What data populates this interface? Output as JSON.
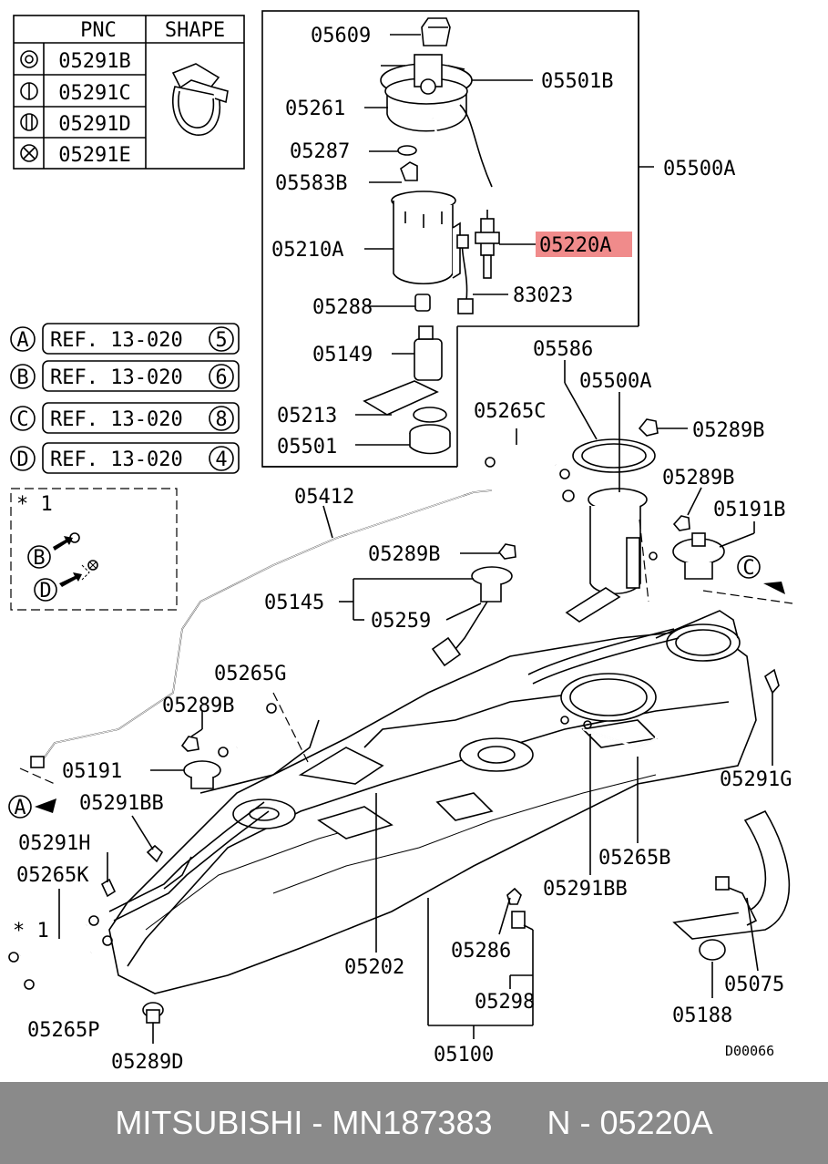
{
  "table": {
    "headers": [
      "PNC",
      "SHAPE"
    ],
    "rows": [
      "05291B",
      "05291C",
      "05291D",
      "05291E"
    ]
  },
  "refs": [
    {
      "letter": "A",
      "text": "REF. 13-020",
      "num": "5"
    },
    {
      "letter": "B",
      "text": "REF. 13-020",
      "num": "6"
    },
    {
      "letter": "C",
      "text": "REF. 13-020",
      "num": "8"
    },
    {
      "letter": "D",
      "text": "REF. 13-020",
      "num": "4"
    }
  ],
  "star": "* 1",
  "star2": "* 1",
  "callouts": {
    "A": "A",
    "B": "B",
    "C": "C",
    "D": "D"
  },
  "labels": {
    "p05609": "05609",
    "p05501B": "05501B",
    "p05261": "05261",
    "p05287": "05287",
    "p05583B": "05583B",
    "p05500A_right": "05500A",
    "p05210A": "05210A",
    "p05220A": "05220A",
    "p83023": "83023",
    "p05288": "05288",
    "p05149": "05149",
    "p05213": "05213",
    "p05501": "05501",
    "p05586": "05586",
    "p05500A_mid": "05500A",
    "p05265C": "05265C",
    "p05289B_a": "05289B",
    "p05289B_b": "05289B",
    "p05191B": "05191B",
    "p05412": "05412",
    "p05289B_c": "05289B",
    "p05145": "05145",
    "p05259": "05259",
    "p05265G": "05265G",
    "p05289B_d": "05289B",
    "p05191": "05191",
    "p05291BB_left": "05291BB",
    "p05291G": "05291G",
    "p05291H": "05291H",
    "p05265K": "05265K",
    "p05265B": "05265B",
    "p05291BB_right": "05291BB",
    "p05202": "05202",
    "p05286": "05286",
    "p05298": "05298",
    "p05265P": "05265P",
    "p05289D": "05289D",
    "p05100": "05100",
    "p05188": "05188",
    "p05075": "05075",
    "diagram_code": "D00066"
  },
  "colors": {
    "highlight": "#f08b8b",
    "footer_bg": "#8a8a8a",
    "footer_text": "#ffffff"
  },
  "footer": {
    "brand_part": "MITSUBISHI - MN187383",
    "pnc": "N - 05220A"
  }
}
